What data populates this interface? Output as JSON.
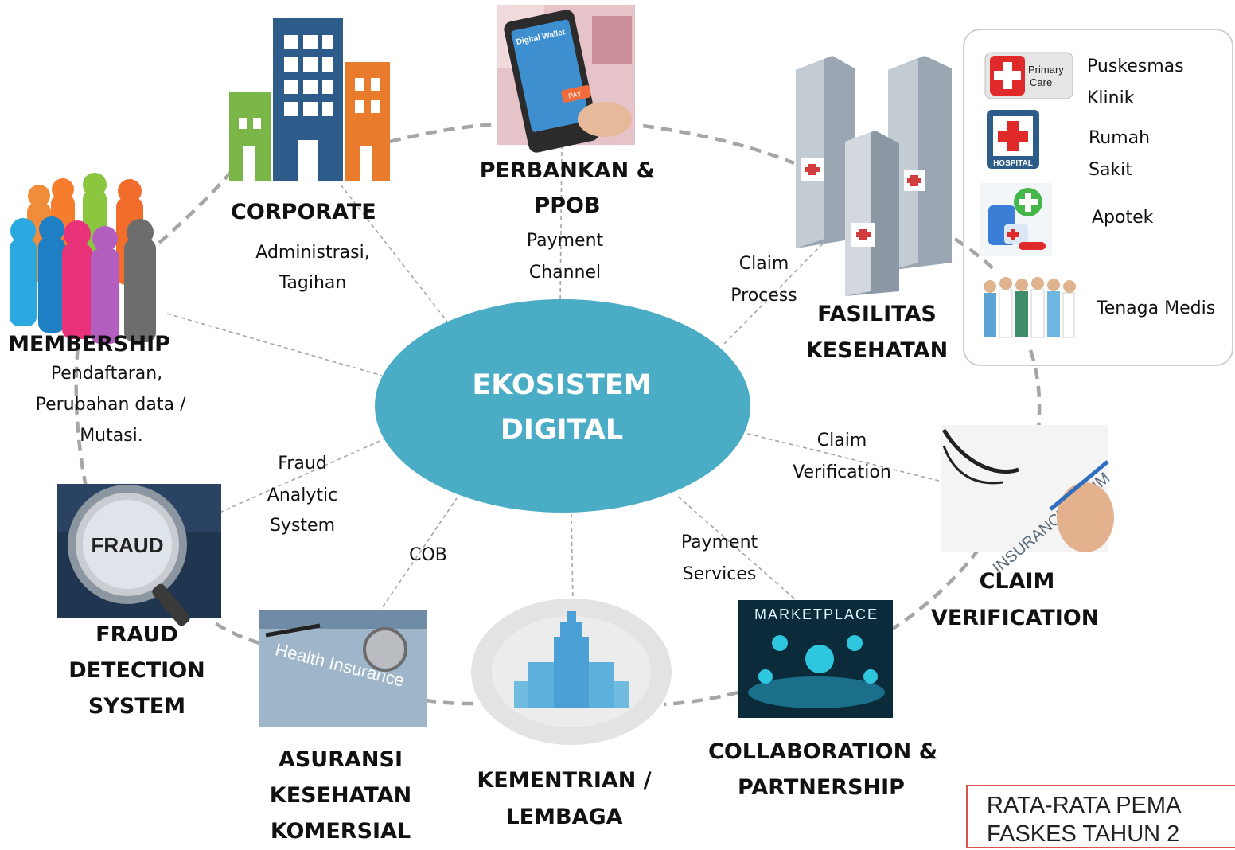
{
  "center": {
    "line1": "EKOSISTEM",
    "line2": "DIGITAL"
  },
  "nodes": {
    "corporate": {
      "title": "CORPORATE",
      "sub1": "Administrasi,",
      "sub2": "Tagihan"
    },
    "perbankan": {
      "title1": "PERBANKAN &",
      "title2": "PPOB",
      "sub1": "Payment",
      "sub2": "Channel",
      "screen_title": "Digital Wallet",
      "pay_label": "PAY"
    },
    "fasilitas": {
      "title1": "FASILITAS",
      "title2": "KESEHATAN",
      "sub1": "Claim",
      "sub2": "Process"
    },
    "membership": {
      "title": "MEMBERSHIP",
      "sub1": "Pendaftaran,",
      "sub2": "Perubahan data /",
      "sub3": "Mutasi."
    },
    "fraud": {
      "title1": "FRAUD",
      "title2": "DETECTION",
      "title3": "SYSTEM",
      "sub1": "Fraud",
      "sub2": "Analytic",
      "sub3": "System",
      "glass_label": "FRAUD"
    },
    "claim": {
      "title1": "CLAIM",
      "title2": "VERIFICATION",
      "sub1": "Claim",
      "sub2": "Verification",
      "paper_text": "INSURANCE CLAIM"
    },
    "asuransi": {
      "title1": "ASURANSI",
      "title2": "KESEHATAN",
      "title3": "KOMERSIAL",
      "sub": "COB",
      "doc_text": "Health Insurance"
    },
    "kementrian": {
      "title1": "KEMENTRIAN /",
      "title2": "LEMBAGA"
    },
    "collab": {
      "title1": "COLLABORATION &",
      "title2": "PARTNERSHIP",
      "sub1": "Payment",
      "sub2": "Services",
      "screen_label": "MARKETPLACE"
    }
  },
  "facilities": {
    "primary_badge1": "Primary",
    "primary_badge2": "Care",
    "hospital_badge": "HOSPITAL",
    "item1a": "Puskesmas",
    "item1b": "Klinik",
    "item2a": "Rumah",
    "item2b": "Sakit",
    "item3": "Apotek",
    "item4": "Tenaga Medis"
  },
  "footer": {
    "line1": "RATA-RATA PEMA",
    "line2": "FASKES TAHUN 2"
  },
  "colors": {
    "ellipse": "#4bacc6",
    "dashed_ring": "#a6a6a6",
    "spoke": "#a6a6a6",
    "footer_border": "#d9534f",
    "red": "#e02a2a",
    "blue": "#2d5c8a"
  }
}
